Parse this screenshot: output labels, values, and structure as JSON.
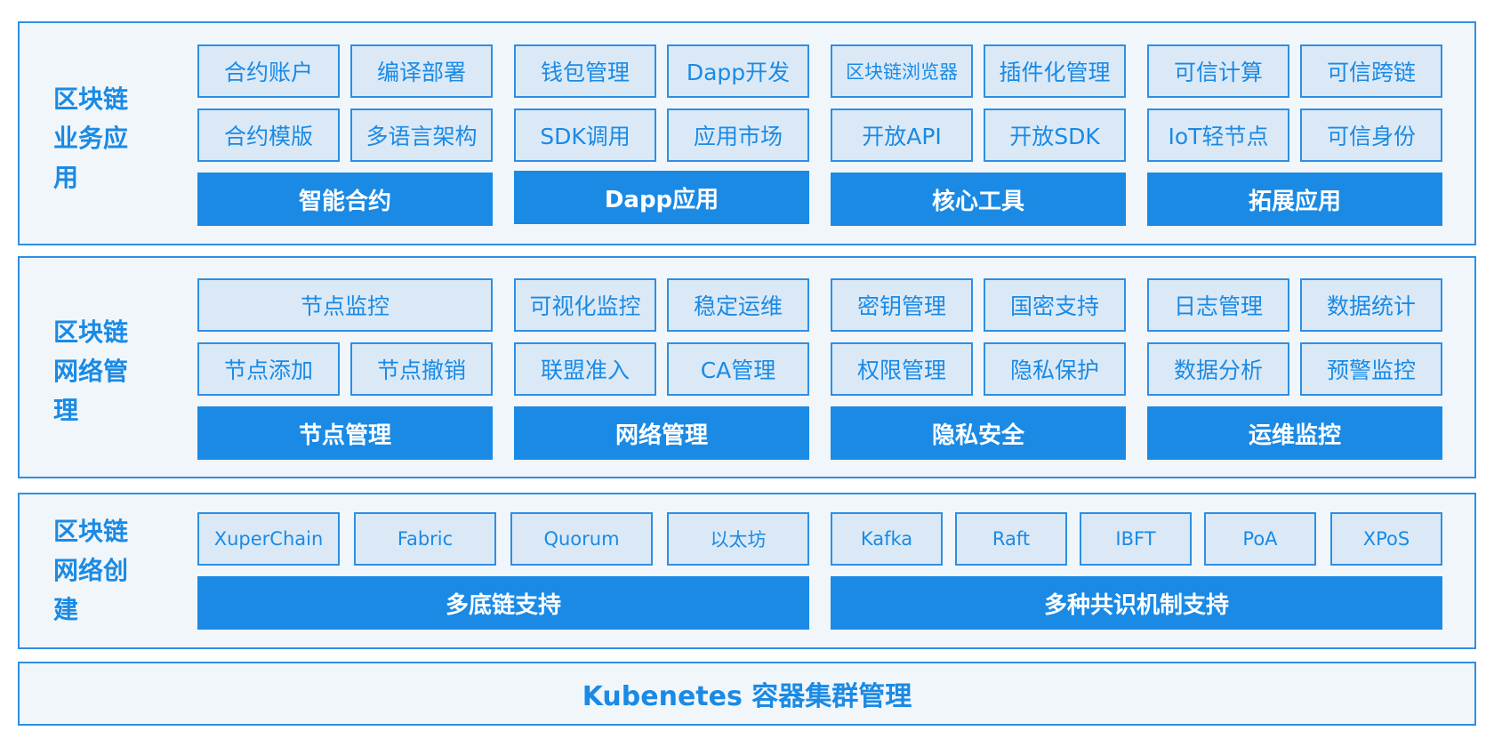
{
  "layers": {
    "business": {
      "title": "区块链业务应用",
      "groups": [
        {
          "items": [
            "合约账户",
            "编译部署",
            "合约模版",
            "多语言架构"
          ],
          "category": "智能合约"
        },
        {
          "items": [
            "钱包管理",
            "Dapp开发",
            "SDK调用",
            "应用市场"
          ],
          "category": "Dapp应用"
        },
        {
          "items": [
            "区块链浏览器",
            "插件化管理",
            "开放API",
            "开放SDK"
          ],
          "category": "核心工具"
        },
        {
          "items": [
            "可信计算",
            "可信跨链",
            "IoT轻节点",
            "可信身份"
          ],
          "category": "拓展应用"
        }
      ]
    },
    "network_mgmt": {
      "title": "区块链网络管理",
      "groups": [
        {
          "items": [
            "节点监控",
            "节点添加",
            "节点撤销"
          ],
          "category": "节点管理"
        },
        {
          "items": [
            "可视化监控",
            "稳定运维",
            "联盟准入",
            "CA管理"
          ],
          "category": "网络管理"
        },
        {
          "items": [
            "密钥管理",
            "国密支持",
            "权限管理",
            "隐私保护"
          ],
          "category": "隐私安全"
        },
        {
          "items": [
            "日志管理",
            "数据统计",
            "数据分析",
            "预警监控"
          ],
          "category": "运维监控"
        }
      ]
    },
    "network_create": {
      "title": "区块链网络创建",
      "groups": [
        {
          "items": [
            "XuperChain",
            "Fabric",
            "Quorum",
            "以太坊"
          ],
          "category": "多底链支持"
        },
        {
          "items": [
            "Kafka",
            "Raft",
            "IBFT",
            "PoA",
            "XPoS"
          ],
          "category": "多种共识机制支持"
        }
      ]
    },
    "base": {
      "title": "Kubenetes 容器集群管理"
    }
  },
  "colors": {
    "accent": "#1a8ae5",
    "border": "#2d8fe5",
    "cell_bg": "#dbe9f7",
    "layer_bg": "#f1f6fa"
  }
}
